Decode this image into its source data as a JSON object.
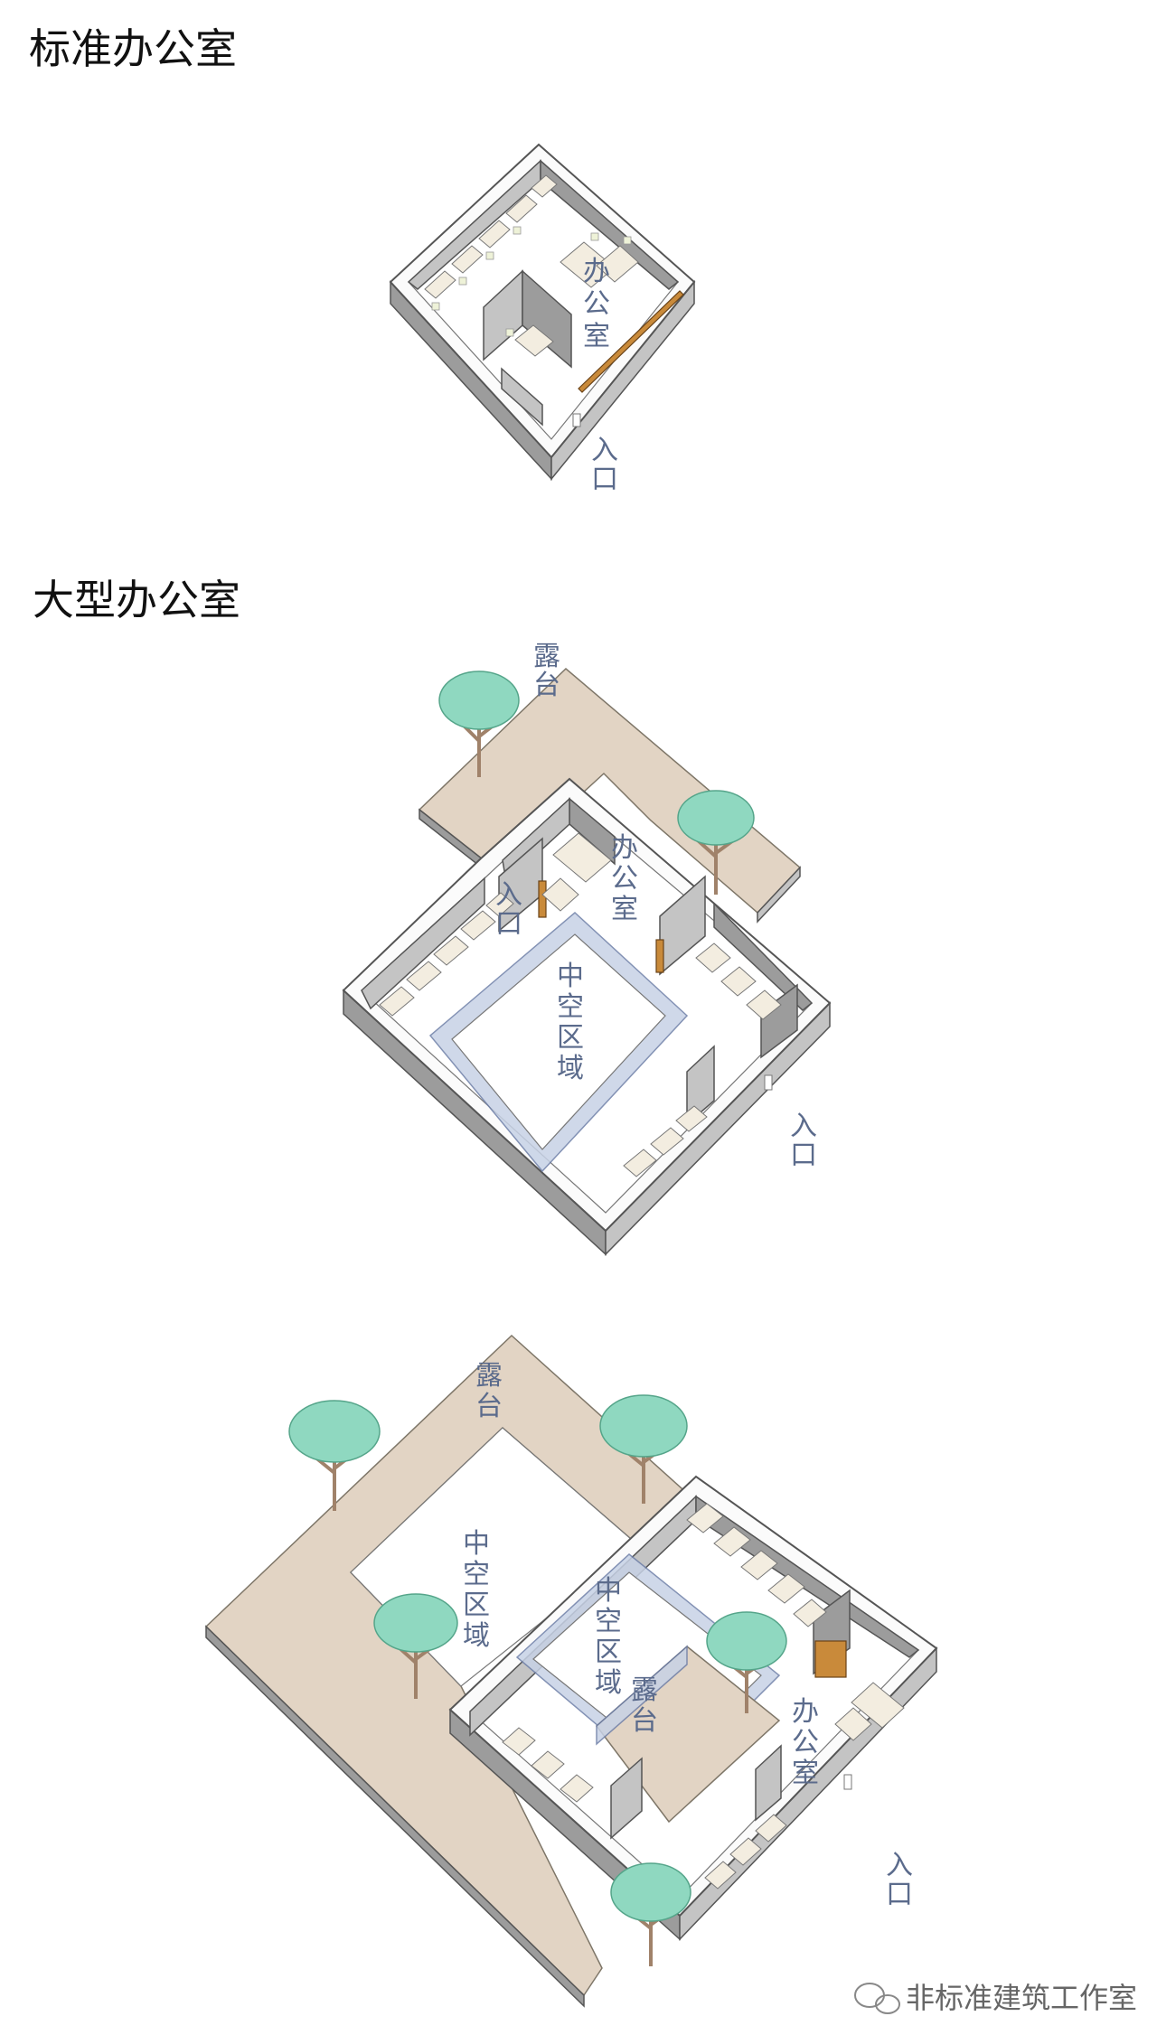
{
  "sections": {
    "standard": {
      "title": "标准办公室",
      "office": "办公室",
      "entrance": "入口"
    },
    "large": {
      "title": "大型办公室",
      "terrace": "露台",
      "office": "办公室",
      "entrance_inner": "入口",
      "void": "中空区域",
      "entrance": "入口"
    },
    "large2": {
      "terrace_main": "露台",
      "void_left": "中空区域",
      "void_center": "中空区域",
      "terrace_inner": "露台",
      "office": "办公室",
      "entrance": "入口"
    }
  },
  "watermark": {
    "icon": "wechat-icon",
    "text": "非标准建筑工作室"
  },
  "colors": {
    "terrace": "#e2d4c4",
    "void": "#c7d2e6",
    "label": "#5b6b8c",
    "tree": "#8fd8c0"
  }
}
